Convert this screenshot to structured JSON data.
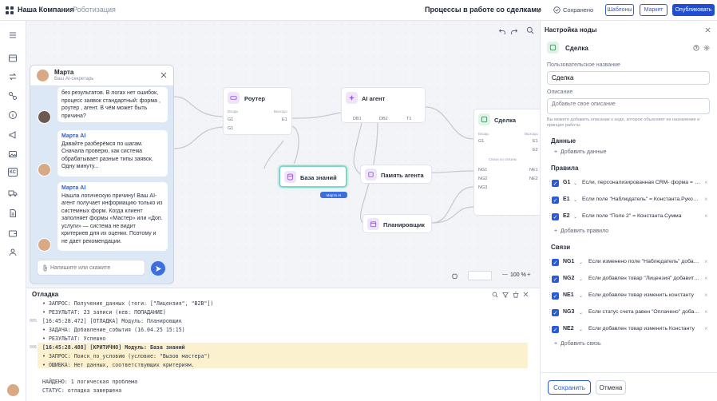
{
  "topbar": {
    "company": "Наша Компания",
    "section": "Роботизация",
    "process_title": "Процессы в работе со сделками",
    "saved": "Сохранено",
    "templates": "Шаблоны",
    "market": "Маркет",
    "publish": "Опубликовать"
  },
  "nav_icons": [
    "dashboard-icon",
    "flows-icon",
    "integrations-icon",
    "info-icon",
    "announce-icon",
    "gallery-icon",
    "kc-icon",
    "delivery-icon",
    "docs-icon",
    "wallet-icon",
    "team-icon"
  ],
  "nav_kc": "КС",
  "nodes": {
    "router": {
      "title": "Роутер",
      "in": "Входы",
      "out": "Выходы",
      "g1": "G1",
      "g2": "G1",
      "e1": "E1"
    },
    "ai": {
      "title": "AI агент",
      "p1": "DB1",
      "p2": "DB2",
      "p3": "T1"
    },
    "deal": {
      "title": "Сделка",
      "in": "Входы",
      "out": "Выходы",
      "g1": "G1",
      "e1": "E1",
      "e2": "E2",
      "links": "Связи по связям",
      "ng1": "NG1",
      "ng2": "NG2",
      "ng3": "NG3",
      "ne1": "NE1",
      "ne2": "NE2"
    },
    "kb": {
      "title": "База знаний",
      "cursor_label": "Марта AI"
    },
    "memory": {
      "title": "Память агента"
    },
    "planner": {
      "title": "Планировщик"
    }
  },
  "zoom": {
    "value": "100 %",
    "minus": "—",
    "plus": "+"
  },
  "chat": {
    "name": "Марта",
    "subtitle": "Ваш AI-секретарь",
    "msg1": "без результатов. В логах нет ошибок, процесс заявок стандартный: форма , роутер , агент. В чём может быть причина?",
    "msg2_name": "Марта AI",
    "msg2": "Давайте разберёмся по шагам. Сначала проверю, как система обрабатывает разные типы заявок. Одну минуту...",
    "msg3_name": "Марта AI",
    "msg3": "Нашла логическую причину! Ваш AI-агент получает информацию только из системных форм. Когда клиент заполняет формы «Мастер» или «Доп. услуги» — система не видит критериев для их оценки. Поэтому и не дает рекомендации.",
    "placeholder": "Напишите или скажите"
  },
  "debug": {
    "title": "Отладка",
    "lines": [
      {
        "num": "",
        "text": "• ЗАПРОС: Получение_данных (теги: [\"Лицензия\", \"B2B\"])"
      },
      {
        "num": "",
        "text": "• РЕЗУЛЬТАТ: 23 записи (кев: ПОПАДАНИЕ)"
      },
      {
        "num": "005",
        "text": "[16:45:28.472] [ОТЛАДКА] Модуль: Планировщик"
      },
      {
        "num": "",
        "text": "• ЗАДАЧА: Добавление_события (16.04.25 15:15)"
      },
      {
        "num": "",
        "text": "• РЕЗУЛЬТАТ: Успешно"
      },
      {
        "num": "006",
        "text": "[16:45:28.488] [КРИТИЧНО] Модуль: База знаний"
      },
      {
        "num": "",
        "text": "• ЗАПРОС: Поиск_по_условию (условие: \"Вызов мастера\")"
      },
      {
        "num": "",
        "text": "• ОШИБКА: Нет данных, соответствующих критериям."
      },
      {
        "num": "",
        "text": "НАЙДЕНО: 1 логическая проблема"
      },
      {
        "num": "",
        "text": "СТАТУС: отладка завершена"
      }
    ]
  },
  "panel": {
    "title": "Настройка ноды",
    "node_name": "Сделка",
    "custom_name_label": "Пользовательское название",
    "custom_name_value": "Сделка",
    "desc_label": "Описание",
    "desc_placeholder": "Добавьте свое описание",
    "hint": "Вы можете добавить описание к ноде, которое объясняет ее назначение и принцип работы",
    "data_section": "Данные",
    "add_data": "Добавить данные",
    "rules_section": "Правила",
    "rules": [
      {
        "tag": "G1",
        "text": "Если, персонализированная CRM- форма = \"..."
      },
      {
        "tag": "E1",
        "text": "Если поле \"Наблюдатель\" = Константа.Руков..."
      },
      {
        "tag": "E2",
        "text": "Если поле \"Поле 2\" = Константа.Сумма"
      }
    ],
    "add_rule": "Добавить правило",
    "links_section": "Связи",
    "links": [
      {
        "tag": "NG1",
        "text": "Если изменено поле \"Наблюдатель\" добавь..."
      },
      {
        "tag": "NG2",
        "text": "Если добавлен товар \"Лицензия\" добавить..."
      },
      {
        "tag": "NE1",
        "text": "Если добавлен товар изменить константу"
      },
      {
        "tag": "NG3",
        "text": "Если статус счета равен \"Оплачено\" добав..."
      },
      {
        "tag": "NE2",
        "text": "Если добавлен товар изменить Константу"
      }
    ],
    "add_link": "Добавить связь",
    "save": "Сохранить",
    "cancel": "Отмена"
  },
  "colors": {
    "accent": "#1f4fd0",
    "router": "#efe5fb",
    "ai": "#efe5fb",
    "deal": "#dff3e6",
    "error_bg": "#fcf1cf"
  }
}
